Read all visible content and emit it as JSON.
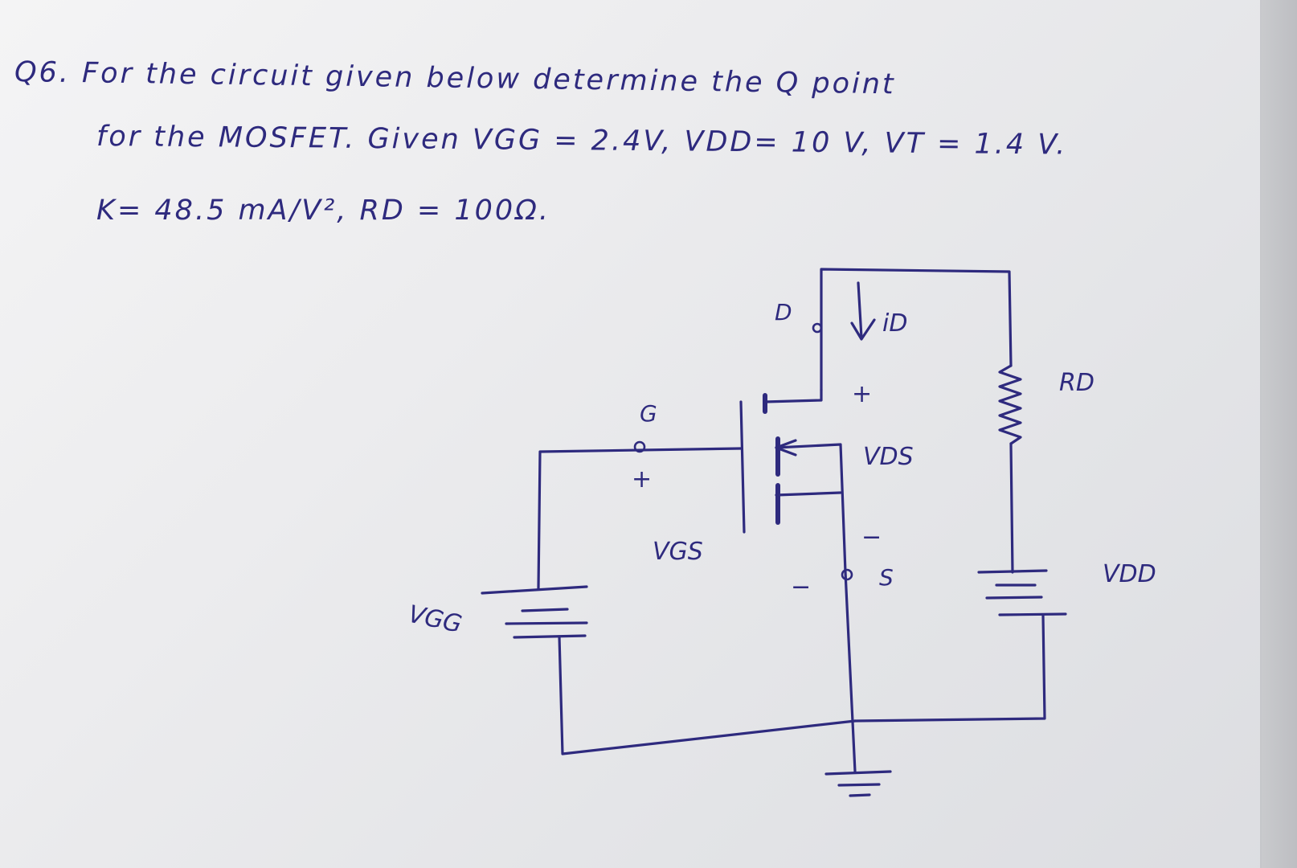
{
  "problem": {
    "line_1": "Q6. For the circuit given below determine the Q point",
    "line_2": "for the MOSFET. Given VGG = 2.4V, VDD= 10 V, VT = 1.4 V.",
    "line_3": "K= 48.5 mA/V², RD = 100Ω."
  },
  "circuit": {
    "labels": {
      "drain": "D",
      "drain_current": "iD",
      "gate": "G",
      "source": "S",
      "vds": "VDS",
      "vgs": "VGS",
      "vgg": "VGG",
      "vdd": "VDD",
      "rd": "RD",
      "plus": "+",
      "minus": "−"
    }
  },
  "colors": {
    "ink": "#2e2a7e",
    "paper": "#ececee"
  }
}
